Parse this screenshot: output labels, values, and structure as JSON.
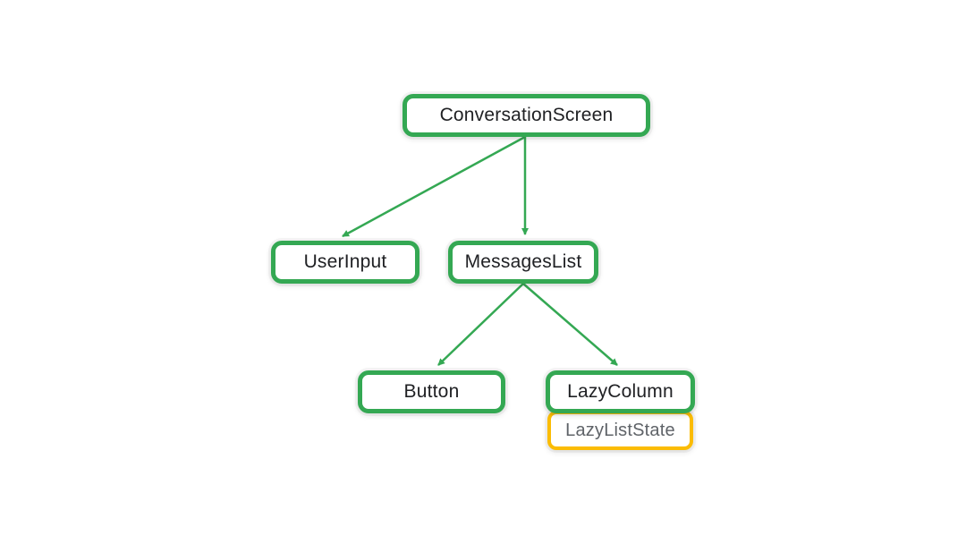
{
  "diagram": {
    "type": "tree",
    "nodes": {
      "conversation_screen": {
        "label": "ConversationScreen",
        "style": "green"
      },
      "user_input": {
        "label": "UserInput",
        "style": "green"
      },
      "messages_list": {
        "label": "MessagesList",
        "style": "green"
      },
      "button": {
        "label": "Button",
        "style": "green"
      },
      "lazy_column": {
        "label": "LazyColumn",
        "style": "green"
      },
      "lazy_list_state": {
        "label": "LazyListState",
        "style": "yellow"
      }
    },
    "edges": [
      {
        "from": "ConversationScreen",
        "to": "UserInput"
      },
      {
        "from": "ConversationScreen",
        "to": "MessagesList"
      },
      {
        "from": "MessagesList",
        "to": "Button"
      },
      {
        "from": "MessagesList",
        "to": "LazyColumn"
      }
    ],
    "colors": {
      "node_border_green": "#34A853",
      "node_border_yellow": "#FBBC04",
      "edge_green": "#34A853",
      "label_dark": "#202124",
      "label_gray": "#5F6368",
      "background": "#ffffff"
    }
  }
}
